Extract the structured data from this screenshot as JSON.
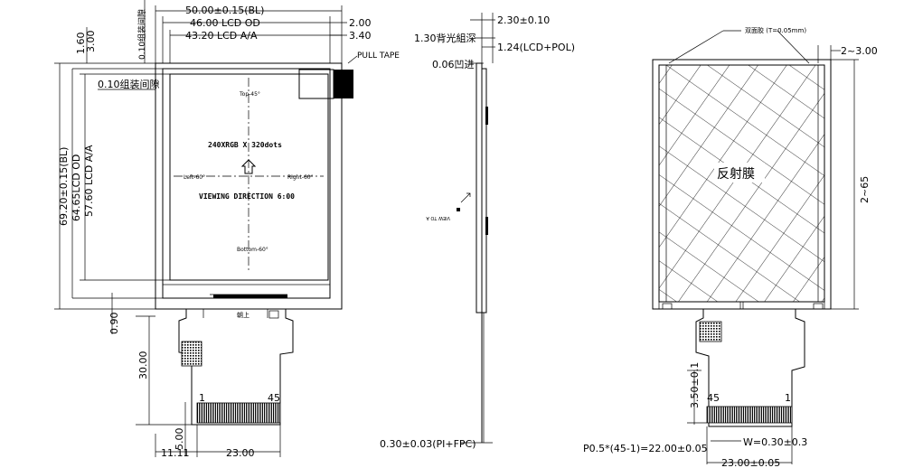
{
  "front_view": {
    "dims_top": [
      "50.00±0.15(BL)",
      "46.00  LCD  OD",
      "43.20  LCD  A/A",
      "2.00",
      "3.40"
    ],
    "dims_left": [
      "1.60",
      "3.00",
      "0.10组装间隙",
      "0.10组装间隙",
      "69.20±0.15(BL)",
      "64.65LCD OD",
      "57.60 LCD A/A",
      "0.90",
      "30.00",
      "5.00"
    ],
    "dims_bottom": [
      "11.11",
      "23.00"
    ],
    "pull_tape": "PULL TAPE",
    "resolution": "240XRGB X 320dots",
    "viewing_direction": "VIEWING DIRECTION 6:00",
    "angles": {
      "top": "Top-45°",
      "left": "Left-60°",
      "right": "Right-60°",
      "bottom": "Bottom-60°"
    },
    "pin_first": "1",
    "pin_last": "45",
    "bottom_mark": "朝上"
  },
  "side_view": {
    "dims": [
      "2.30±0.10",
      "1.30背光組深",
      "1.24(LCD+POL)",
      "0.06凹进",
      "0.30±0.03(PI+FPC)"
    ],
    "small_label": "VIEW TO A"
  },
  "back_view": {
    "film_note": "双面胶 (T=0.05mm)",
    "film_name": "反射膜",
    "dims": [
      "2~3.00",
      "2~65",
      "3.50±0.1",
      "W=0.30±0.3",
      "23.00±0.05"
    ],
    "pin_first": "1",
    "pin_last": "45",
    "pitch": "P0.5*(45-1)=22.00±0.05"
  },
  "colors": {
    "line": "#000000",
    "background": "#ffffff"
  }
}
